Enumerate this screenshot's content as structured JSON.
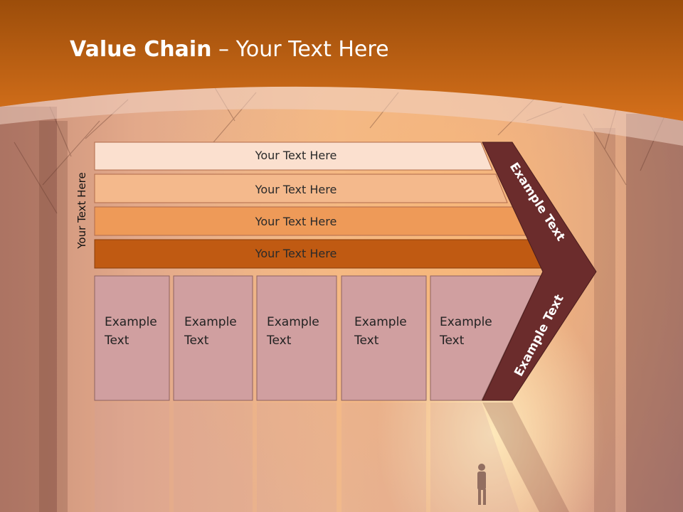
{
  "title": {
    "bold": "Value Chain",
    "rest": " – Your Text Here"
  },
  "vertical_label": "Your Text Here",
  "bars": [
    "Your Text Here",
    "Your Text Here",
    "Your Text Here",
    "Your Text Here"
  ],
  "boxes": [
    {
      "line1": "Example",
      "line2": "Text"
    },
    {
      "line1": "Example",
      "line2": "Text"
    },
    {
      "line1": "Example",
      "line2": "Text"
    },
    {
      "line1": "Example",
      "line2": "Text"
    },
    {
      "line1": "Example",
      "line2": "Text"
    }
  ],
  "chevron": {
    "upper": "Example Text",
    "lower": "Example Text"
  },
  "colors": {
    "header": "#c45f12",
    "bar1": "#fbe0cf",
    "bar2": "#f4b98c",
    "bar3": "#ee9a58",
    "bar4": "#c05a12",
    "box": "#d09fa0",
    "chevron": "#6b2c2c"
  }
}
